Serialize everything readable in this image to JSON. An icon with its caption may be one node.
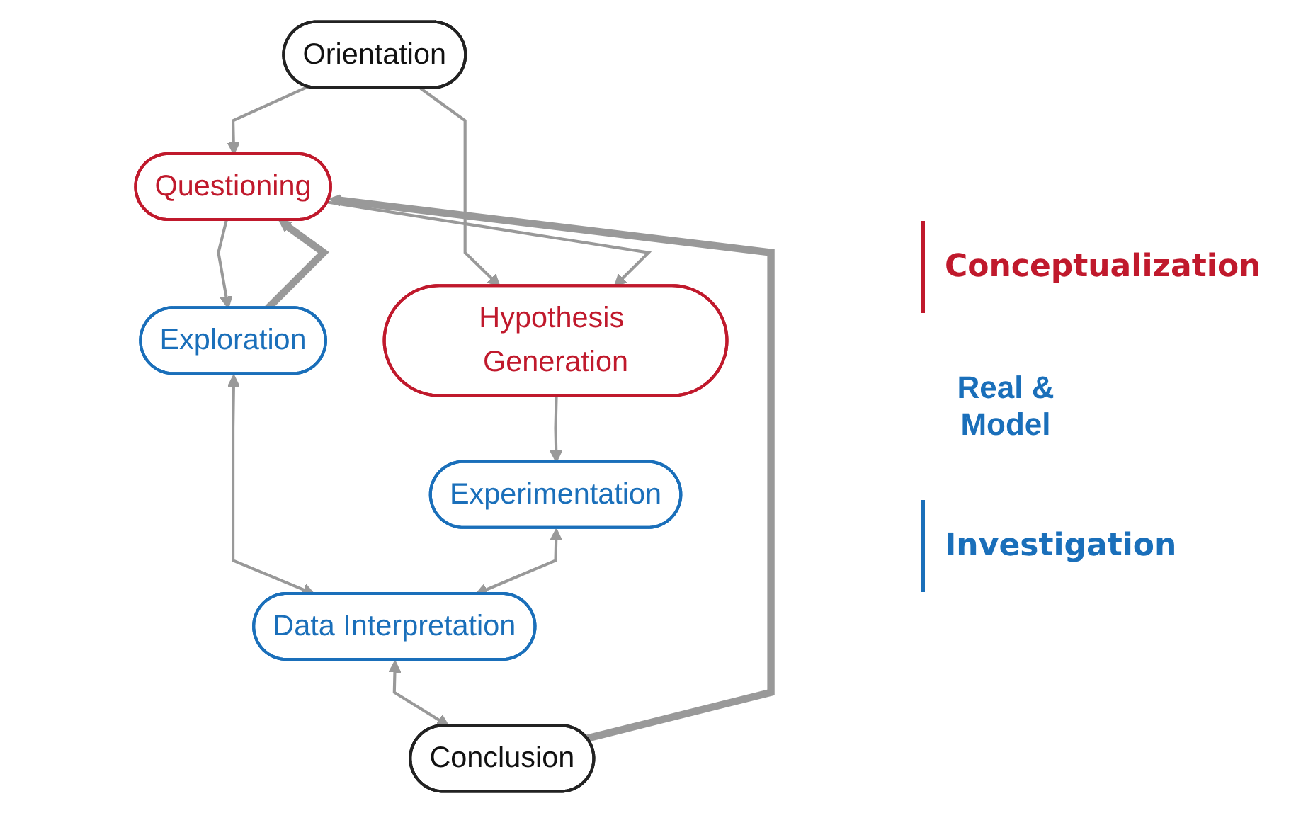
{
  "diagram": {
    "nodes": [
      {
        "text": [
          "Orientation"
        ]
      },
      {
        "text": [
          "Questioning"
        ]
      },
      {
        "text": [
          "Hypothesis Generation"
        ]
      },
      {
        "text": [
          "Exploration"
        ]
      },
      {
        "text": [
          "Experimentation"
        ]
      },
      {
        "text": [
          "Data Interpretation"
        ]
      },
      {
        "text": [
          "Conclusion"
        ]
      }
    ],
    "edges": [
      {
        "from": 0,
        "to": 1,
        "arrow": "to"
      },
      {
        "from": 0,
        "to": 2,
        "arrow": "to"
      },
      {
        "from": 1,
        "to": 2,
        "arrow": "to"
      },
      {
        "from": 1,
        "to": 3,
        "arrow": "to"
      },
      {
        "from": 2,
        "to": 4,
        "arrow": "to"
      },
      {
        "from": 3,
        "to": 5,
        "arrow": "both"
      },
      {
        "from": 4,
        "to": 5,
        "arrow": "both"
      },
      {
        "from": 5,
        "to": 6,
        "arrow": "both"
      },
      {
        "from": 6,
        "to": 1,
        "arrow": "to",
        "style": "thick"
      },
      {
        "from": 3,
        "to": 1,
        "arrow": "to",
        "style": "thick"
      }
    ],
    "labels": [
      "Conceptualization",
      "Real & Model",
      "Investigation"
    ]
  }
}
